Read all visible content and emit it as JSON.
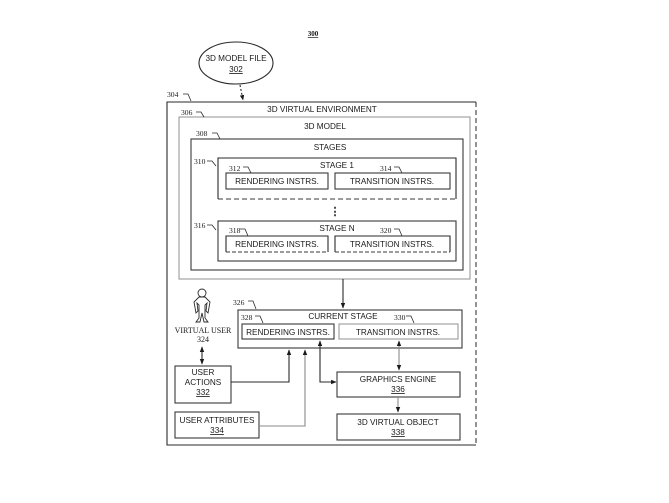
{
  "figure": {
    "number": "300"
  },
  "model_file": {
    "label": "3D MODEL FILE",
    "ref": "302"
  },
  "virtual_environment": {
    "label": "3D VIRTUAL ENVIRONMENT",
    "ref": "304"
  },
  "model": {
    "label": "3D MODEL",
    "ref": "306"
  },
  "stages": {
    "label": "STAGES",
    "ref": "308",
    "items": [
      {
        "label": "STAGE 1",
        "ref": "310",
        "rendering": {
          "label": "RENDERING INSTRS.",
          "ref": "312"
        },
        "transition": {
          "label": "TRANSITION INSTRS.",
          "ref": "314"
        }
      },
      {
        "label": "STAGE N",
        "ref": "316",
        "rendering": {
          "label": "RENDERING INSTRS.",
          "ref": "318"
        },
        "transition": {
          "label": "TRANSITION INSTRS.",
          "ref": "320"
        }
      }
    ],
    "ellipsis": "⋮"
  },
  "current_stage": {
    "label": "CURRENT STAGE",
    "ref": "326",
    "rendering": {
      "label": "RENDERING INSTRS.",
      "ref": "328"
    },
    "transition": {
      "label": "TRANSITION INSTRS.",
      "ref": "330"
    }
  },
  "virtual_user": {
    "label": "VIRTUAL USER",
    "ref": "324",
    "icon": "person-icon"
  },
  "user_actions": {
    "line1": "USER",
    "line2": "ACTIONS",
    "ref": "332"
  },
  "user_attributes": {
    "label": "USER ATTRIBUTES",
    "ref": "334"
  },
  "graphics_engine": {
    "label": "GRAPHICS ENGINE",
    "ref": "336"
  },
  "virtual_object": {
    "label": "3D VIRTUAL OBJECT",
    "ref": "338"
  }
}
